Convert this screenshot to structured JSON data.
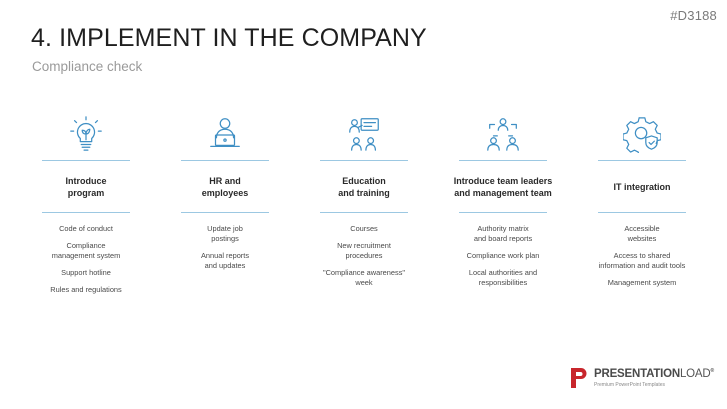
{
  "slide_id": "#D3188",
  "title": "4. IMPLEMENT IN THE COMPANY",
  "subtitle": "Compliance check",
  "colors": {
    "accent": "#3f8fc4",
    "rule": "#9cc8e2",
    "logo_red": "#c8262c"
  },
  "columns": [
    {
      "icon": "lightbulb-leaf-icon",
      "heading": "Introduce\nprogram",
      "items": [
        "Code of conduct",
        "Compliance\nmanagement system",
        "Support hotline",
        "Rules and regulations"
      ]
    },
    {
      "icon": "person-laptop-icon",
      "heading": "HR and\nemployees",
      "items": [
        "Update job\npostings",
        "Annual reports\nand updates"
      ]
    },
    {
      "icon": "training-presentation-icon",
      "heading": "Education\nand training",
      "items": [
        "Courses",
        "New recruitment\nprocedures",
        "\"Compliance awareness\"\nweek"
      ]
    },
    {
      "icon": "team-hierarchy-icon",
      "heading": "Introduce team leaders\nand management team",
      "items": [
        "Authority matrix\nand board reports",
        "Compliance work plan",
        "Local authorities and\nresponsibilities"
      ]
    },
    {
      "icon": "gear-shield-icon",
      "heading": "IT integration",
      "items": [
        "Accessible\nwebsites",
        "Access to shared\ninformation and audit tools",
        "Management system"
      ]
    }
  ],
  "logo": {
    "brand_bold": "PRESENTATION",
    "brand_light": "LOAD",
    "reg": "®",
    "tagline": "Premium PowerPoint Templates"
  }
}
